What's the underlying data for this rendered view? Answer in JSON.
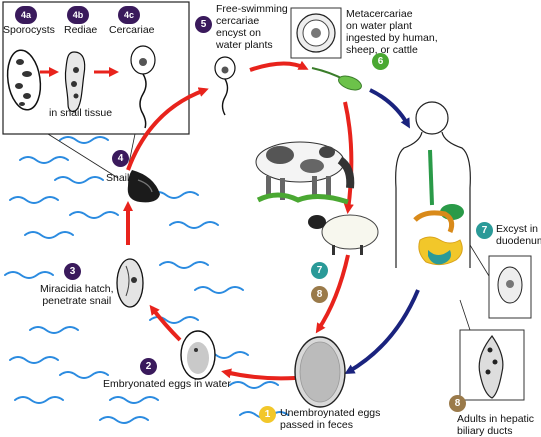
{
  "colors": {
    "stage_dark": "#3a1a5c",
    "stage_green": "#4aa832",
    "stage_teal": "#2a9a98",
    "stage_brown": "#9a7a4a",
    "stage_yellow": "#f2c72a",
    "arrow_red": "#e8231c",
    "arrow_navy": "#1a237e",
    "water_blue": "#2b8be0"
  },
  "inset": {
    "stages": [
      {
        "badge": "4a",
        "label": "Sporocysts"
      },
      {
        "badge": "4b",
        "label": "Rediae"
      },
      {
        "badge": "4c",
        "label": "Cercariae"
      }
    ],
    "footer": "in snail tissue"
  },
  "stages": {
    "s5": {
      "badge": "5",
      "label": "Free-swimming\ncercariae\nencyst on\nwater plants"
    },
    "s6": {
      "badge": "6",
      "label": "Metacercariae\non water plant\ningested by human,\nsheep, or cattle"
    },
    "s4": {
      "badge": "4",
      "label": "Snail"
    },
    "s3": {
      "badge": "3",
      "label": "Miracidia hatch,\npenetrate snail"
    },
    "s2": {
      "badge": "2",
      "label": "Embryonated eggs in water"
    },
    "s1": {
      "badge": "1",
      "label": "Unembroynated eggs\npassed in feces"
    },
    "s7": {
      "badge": "7",
      "label": "Excyst in\nduodenum"
    },
    "s8": {
      "badge": "8",
      "label": "Adults in hepatic\nbiliary ducts"
    },
    "animal_badges": [
      {
        "badge": "7"
      },
      {
        "badge": "8"
      }
    ]
  }
}
